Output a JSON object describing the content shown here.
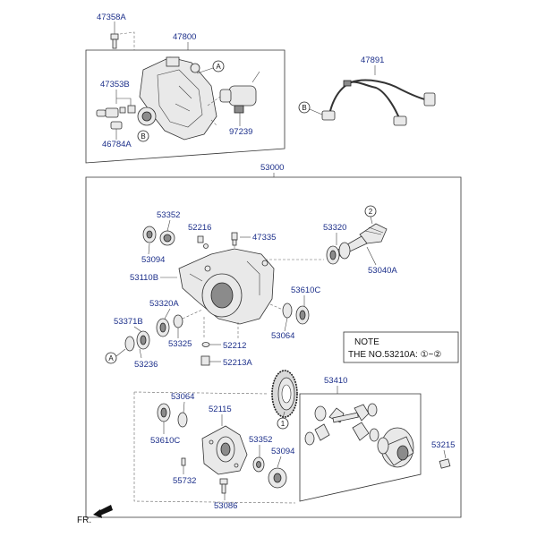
{
  "labels": {
    "p47358A": "47358A",
    "p47800": "47800",
    "p47891": "47891",
    "p47353B": "47353B",
    "p46784A": "46784A",
    "p97239": "97239",
    "p53000": "53000",
    "p53352_top": "53352",
    "p52216": "52216",
    "p47335": "47335",
    "p53320": "53320",
    "p53094_top": "53094",
    "p53040A": "53040A",
    "p53110B": "53110B",
    "p53610C_right": "53610C",
    "p53320A": "53320A",
    "p53064_right": "53064",
    "p53371B": "53371B",
    "p53325": "53325",
    "p52212": "52212",
    "p53236": "53236",
    "p52213A": "52213A",
    "p53410": "53410",
    "p53064_left": "53064",
    "p52115": "52115",
    "p53610C_left": "53610C",
    "p53352_bottom": "53352",
    "p53094_bottom": "53094",
    "p53215": "53215",
    "p55732": "55732",
    "p53086": "53086"
  },
  "markers": {
    "A_top": "A",
    "B_left": "B",
    "B_harness": "B",
    "A_lower": "A",
    "two": "2",
    "one": "1"
  },
  "note": {
    "title": "NOTE",
    "body": "THE NO.53210A: ①~②"
  },
  "fr_label": "FR."
}
